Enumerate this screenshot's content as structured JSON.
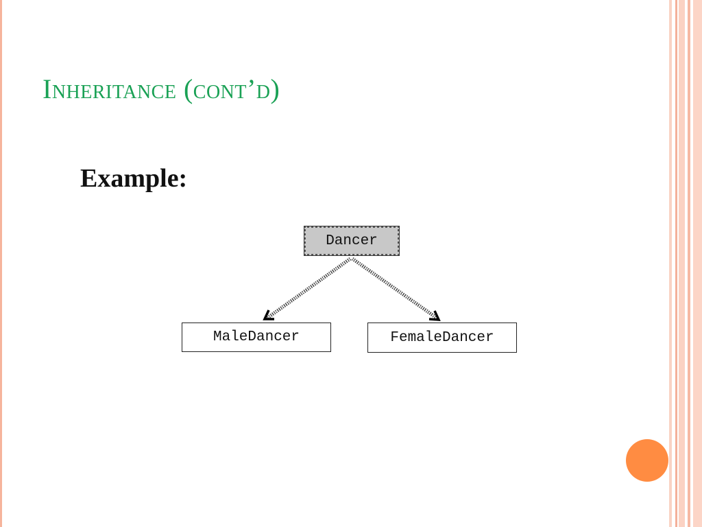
{
  "slide": {
    "title": "Inheritance (cont’d)",
    "subheading": "Example:"
  },
  "diagram": {
    "parent": "Dancer",
    "children": [
      "MaleDancer",
      "FemaleDancer"
    ]
  },
  "colors": {
    "title": "#1aa155",
    "accent_circle": "#ff8c42",
    "border_stripes": "#f6b49c",
    "parent_fill": "#c8c8c8"
  }
}
